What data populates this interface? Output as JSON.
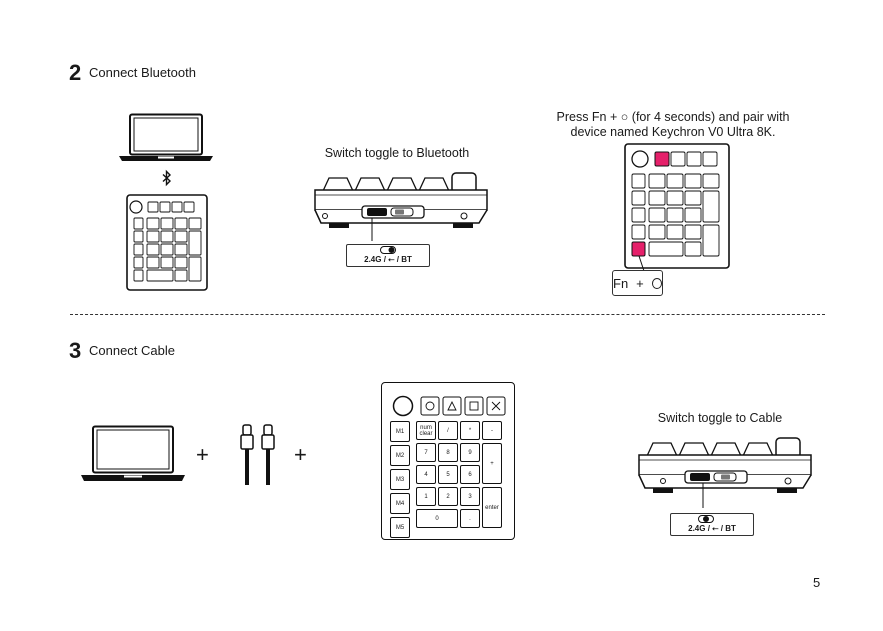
{
  "section_bluetooth": {
    "number": "2",
    "title": "Connect Bluetooth",
    "switch_caption": "Switch toggle to Bluetooth",
    "pair_caption_line1": "Press Fn + ○ (for 4 seconds) and pair with",
    "pair_caption_line2": "device named Keychron V0 Ultra 8K.",
    "key_combo": {
      "fn": "Fn",
      "plus": "+"
    },
    "toggle_label": "2.4G / ⭠ / BT"
  },
  "section_cable": {
    "number": "3",
    "title": "Connect Cable",
    "switch_caption": "Switch toggle to Cable",
    "toggle_label": "2.4G / ⭠ / BT",
    "plus_1": "+",
    "plus_2": "+"
  },
  "keypad": {
    "macro_keys": [
      "M1",
      "M2",
      "M3",
      "M4",
      "M5"
    ],
    "rows": [
      [
        "num clear",
        "/",
        "*",
        "-"
      ],
      [
        "7",
        "8",
        "9"
      ],
      [
        "4",
        "5",
        "6"
      ],
      [
        "1",
        "2",
        "3"
      ],
      [
        "0",
        "."
      ]
    ],
    "enter_label": "enter"
  },
  "page_number": "5",
  "colors": {
    "highlight": "#e5206a",
    "ink": "#1a1a1a"
  },
  "icons": [
    "laptop-icon",
    "bluetooth-icon",
    "usb-c-cable-icon"
  ]
}
